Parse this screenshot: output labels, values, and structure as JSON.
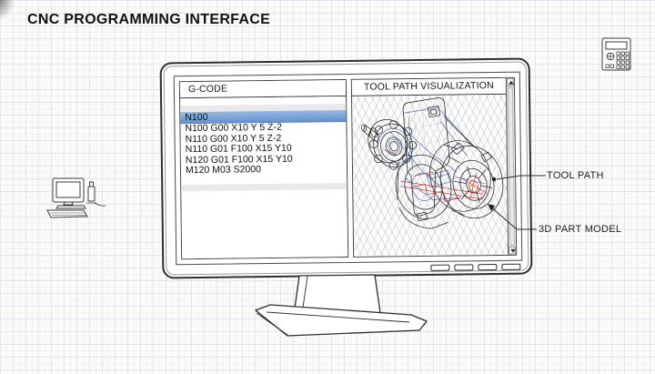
{
  "title": "CNC PROGRAMMING INTERFACE",
  "gcode_panel": {
    "header": "G-CODE",
    "selected_index": 0,
    "lines": [
      "N100",
      "N100 G00 X10 Y 5 Z-2",
      "N110 G00 X10 Y 5 Z-2",
      "N110 G01 F100 X15 Y10",
      "N120 G01 F100 X15 Y10",
      "M120 M03 S2000"
    ]
  },
  "viz_panel": {
    "header": "TOOL PATH VISUALIZATION"
  },
  "callouts": {
    "tool_path_label": "TOOL PATH",
    "part_model_label": "3D PART MODEL"
  },
  "icons": {
    "top_right": "cnc-controller-icon",
    "left": "computer-workstation-icon"
  },
  "colors": {
    "selection_top": "#95b8e3",
    "selection_bottom": "#6590ca",
    "wireframe_black": "#2b2b2b",
    "toolpath_blue": "#3b5fb0",
    "toolpath_red": "#c9403d",
    "grid_line": "#e2e5e9"
  }
}
